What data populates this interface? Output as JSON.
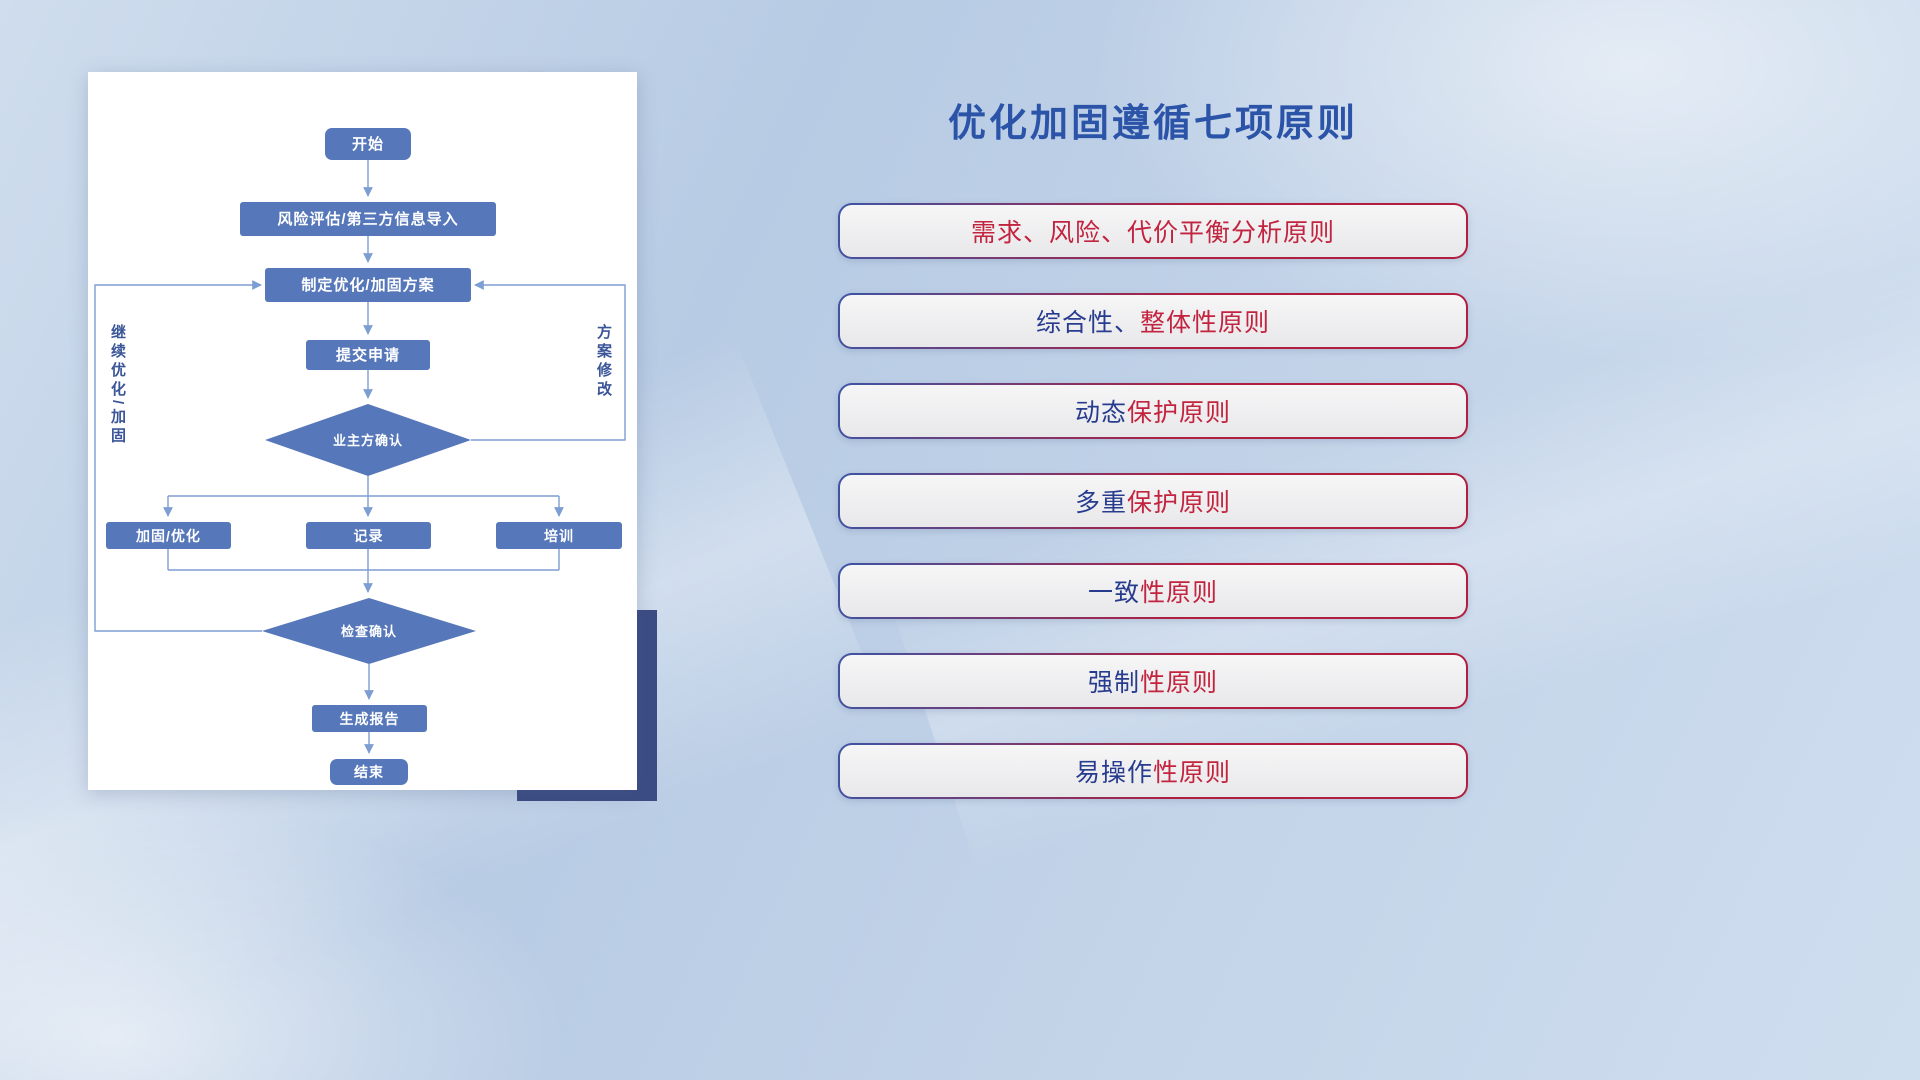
{
  "colors": {
    "node_blue": "#5677B9",
    "line_blue": "#7E9ED3",
    "side_label": "#3A5598",
    "title_blue": "#2B54A8",
    "text_blue": "#283C8F",
    "text_red": "#C2233E",
    "border_blue": "#3C55A5",
    "border_red": "#B01F3F",
    "accent_navy": "#3C4C84"
  },
  "flowchart": {
    "nodes": {
      "start": "开始",
      "risk_import": "风险评估/第三方信息导入",
      "make_plan": "制定优化/加固方案",
      "submit": "提交申请",
      "owner_confirm": "业主方确认",
      "reinforce": "加固/优化",
      "record": "记录",
      "training": "培训",
      "check_confirm": "检查确认",
      "report": "生成报告",
      "end": "结束"
    },
    "side_labels": {
      "left": "继续优化/加固",
      "right": "方案修改"
    }
  },
  "panel": {
    "title": "优化加固遵循七项原则",
    "principles": [
      {
        "blue": "",
        "red": "需求、风险、代价平衡分析原则"
      },
      {
        "blue": "综合性、",
        "red": "整体性原则"
      },
      {
        "blue": "动态",
        "red": "保护原则"
      },
      {
        "blue": "多重",
        "red": "保护原则"
      },
      {
        "blue": "一致",
        "red": "性原则"
      },
      {
        "blue": "强制",
        "red": "性原则"
      },
      {
        "blue": "易操作",
        "red": "性原则"
      }
    ]
  }
}
